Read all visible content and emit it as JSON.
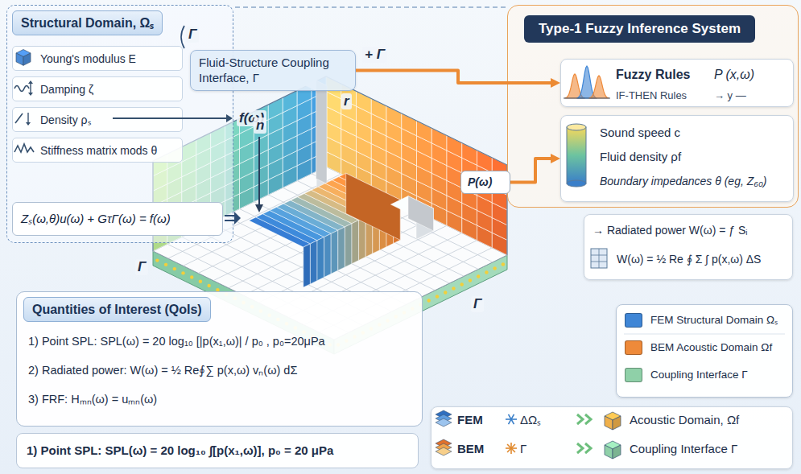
{
  "diagram": {
    "nodes": [
      {
        "text": [
          "Structural Domain, Ωₛ"
        ]
      },
      {
        "text": [
          "Young's modulus E"
        ],
        "in": 0
      },
      {
        "text": [
          "Damping ζ"
        ],
        "in": 0
      },
      {
        "text": [
          "Density ρₛ"
        ],
        "in": 0
      },
      {
        "text": [
          "Stiffness matrix mods θ"
        ],
        "in": 0
      },
      {
        "text": [
          "Zₛ(ω,θ)u(ω) + GτΓ(ω) = f(ω)"
        ],
        "in": 0
      },
      {
        "text": [
          "Fluid-Structure Coupling Interface, Γ"
        ]
      },
      {
        "text": [
          "Type-1 Fuzzy Inference System"
        ]
      },
      {
        "text": [
          "Fuzzy Rules",
          "P (x,ω)",
          "IF-THEN Rules",
          "→ y —"
        ],
        "in": 7
      },
      {
        "text": [
          "Sound speed c",
          "Fluid density ρf",
          "Boundary impedances θ (eg, Z₆₀)"
        ],
        "in": 7
      },
      {
        "text": [
          "P(ω)"
        ]
      },
      {
        "text": [
          "→ Radiated power W(ω) = ƒ Sᵢ",
          "W(ω) = ½ Re ∮ Σ ∫ p(x,ω) ΔS"
        ]
      },
      {
        "text": [
          "Quantities of Interest (QoIs)",
          "1) Point SPL: SPL(ω) = 20 log₁₀ [|p(x₁,ω)| / p₀ , p₀=20μPa",
          "2) Radiated power: W(ω) = ½ Re∮∑ p(x,ω) vₙ(ω) dΣ",
          "3) FRF: Hₘₙ(ω) = uₘₙ(ω)"
        ]
      },
      {
        "text": [
          "1) Point SPL: SPL(ω) = 20 log₁₀ ∫[p(x₁,ω)], p₀ = 20 μPa"
        ]
      },
      {
        "text": [
          "FEM",
          "ΔΩₛ",
          "Acoustic Domain, Ωf",
          "BEM",
          "Γ",
          "Coupling Interface Γ"
        ]
      }
    ],
    "edges": [
      {
        "from": 6,
        "to": 8,
        "arrow": "to"
      },
      {
        "from": 10,
        "to": 9,
        "arrow": "to"
      }
    ],
    "labels": [
      "f(ω)",
      "Γ",
      "+ Γ",
      "n",
      "r",
      "Γ",
      "Γ"
    ],
    "legend": [
      {
        "text": "FEM Structural Domain Ωₛ",
        "color": "#3f86d6"
      },
      {
        "text": "BEM Acoustic Domain Ωf",
        "color": "#ee8a3a"
      },
      {
        "text": "Coupling Interface Γ",
        "color": "#8fd0a8"
      }
    ]
  }
}
